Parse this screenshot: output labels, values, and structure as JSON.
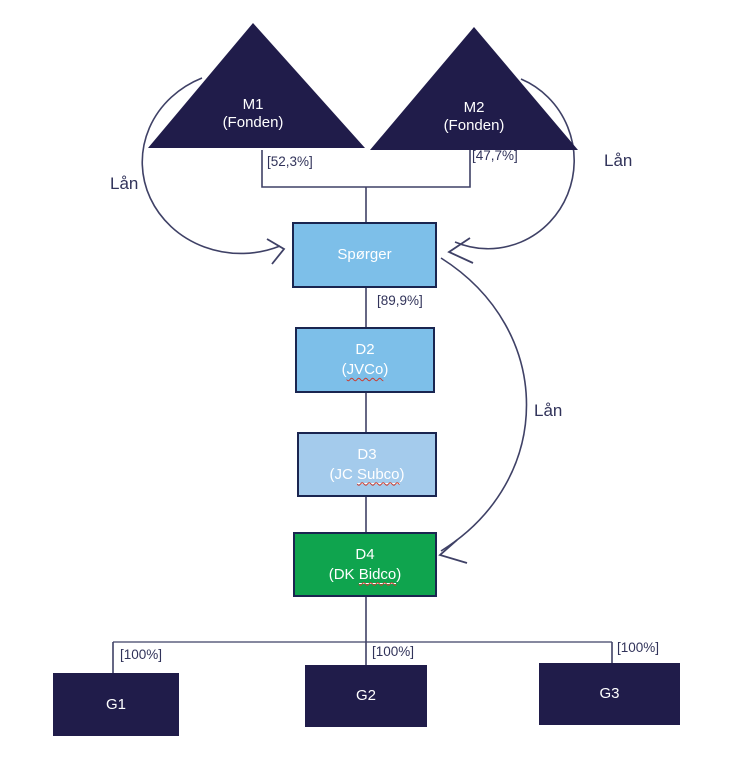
{
  "diagram": {
    "nodes": {
      "m1": {
        "line1": "M1",
        "line2": "(Fonden)"
      },
      "m2": {
        "line1": "M2",
        "line2": "(Fonden)"
      },
      "sporger": {
        "label": "Spørger"
      },
      "d2": {
        "line1": "D2",
        "l2_prefix": "(",
        "l2_word": "JVCo",
        "l2_suffix": ")"
      },
      "d3": {
        "line1": "D3",
        "l2_prefix": "(JC ",
        "l2_word": "Subco",
        "l2_suffix": ")"
      },
      "d4": {
        "line1": "D4",
        "l2_prefix": "(DK ",
        "l2_word": "Bidco",
        "l2_suffix": ")"
      },
      "g1": {
        "label": "G1"
      },
      "g2": {
        "label": "G2"
      },
      "g3": {
        "label": "G3"
      }
    },
    "edge_labels": {
      "m1_ownership": "[52,3%]",
      "m2_ownership": "[47,7%]",
      "sporger_d2_ownership": "[89,9%]",
      "g1_ownership": "[100%]",
      "g2_ownership": "[100%]",
      "g3_ownership": "[100%]",
      "loan_left": "Lån",
      "loan_right": "Lån",
      "loan_mid": "Lån"
    },
    "colors": {
      "navy": "#201C4A",
      "light_blue": "#7DBFE9",
      "light_blue_alt": "#A4CBEC",
      "green": "#0FA44E",
      "box_border": "#1A2550",
      "connector_line": "#3F4166",
      "label_text": "#31335A",
      "spellcheck_squiggle": "#CC3B2E"
    }
  }
}
